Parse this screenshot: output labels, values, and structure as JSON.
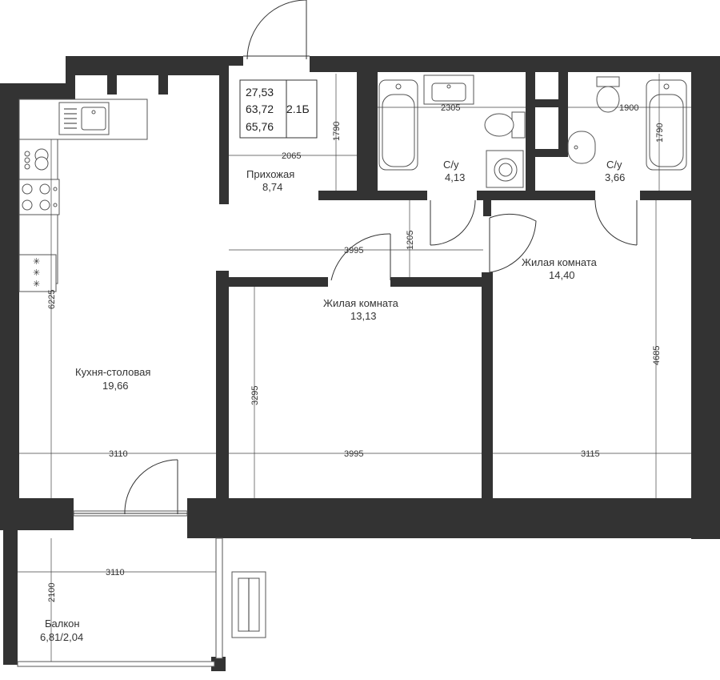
{
  "info_block": {
    "area_living": "27,53",
    "area_total": "63,72",
    "area_total_with_balcony": "65,76",
    "plan_code": "2.1Б"
  },
  "rooms": {
    "hallway": {
      "name": "Прихожая",
      "area": "8,74"
    },
    "bath1": {
      "name": "С/у",
      "area": "4,13"
    },
    "bath2": {
      "name": "С/у",
      "area": "3,66"
    },
    "bedroom_right": {
      "name": "Жилая комната",
      "area": "14,40"
    },
    "bedroom_middle": {
      "name": "Жилая комната",
      "area": "13,13"
    },
    "kitchen": {
      "name": "Кухня-столовая",
      "area": "19,66"
    },
    "balcony": {
      "name": "Балкон",
      "area": "6,81/2,04"
    }
  },
  "dimensions": {
    "hall_width": "2065",
    "hall_height": "1790",
    "bath1_width": "2305",
    "bath2_width": "1900",
    "bath2_height": "1790",
    "corridor_width": "3995",
    "corridor_height": "1205",
    "kitchen_height": "6225",
    "kitchen_width": "3110",
    "bedroom_middle_height": "3295",
    "bedroom_middle_width": "3995",
    "bedroom_right_width": "3115",
    "bedroom_right_height": "4685",
    "balcony_width": "3110",
    "balcony_height": "2100"
  }
}
